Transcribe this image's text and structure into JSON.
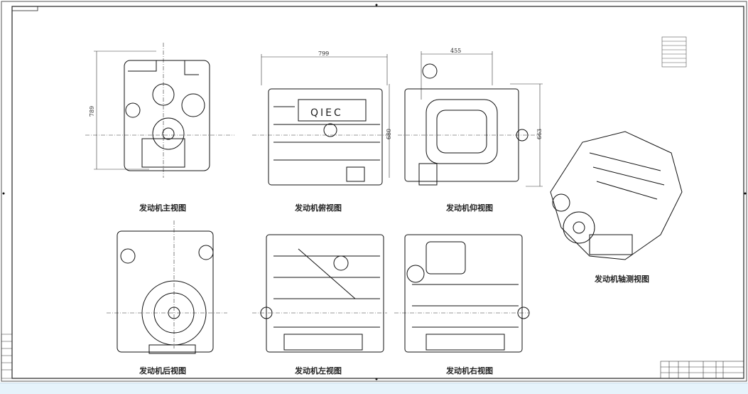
{
  "views": [
    {
      "id": "front",
      "label": "发动机主视图"
    },
    {
      "id": "top",
      "label": "发动机俯视图"
    },
    {
      "id": "bottom",
      "label": "发动机仰视图"
    },
    {
      "id": "iso",
      "label": "发动机轴测视图"
    },
    {
      "id": "rear",
      "label": "发动机后视图"
    },
    {
      "id": "left",
      "label": "发动机左视图"
    },
    {
      "id": "right",
      "label": "发动机右视图"
    }
  ],
  "dimensions": {
    "front_height": "789",
    "top_width": "799",
    "top_height": "680",
    "bottom_width": "455",
    "bottom_height": "663"
  },
  "logo_text": "QIEC"
}
